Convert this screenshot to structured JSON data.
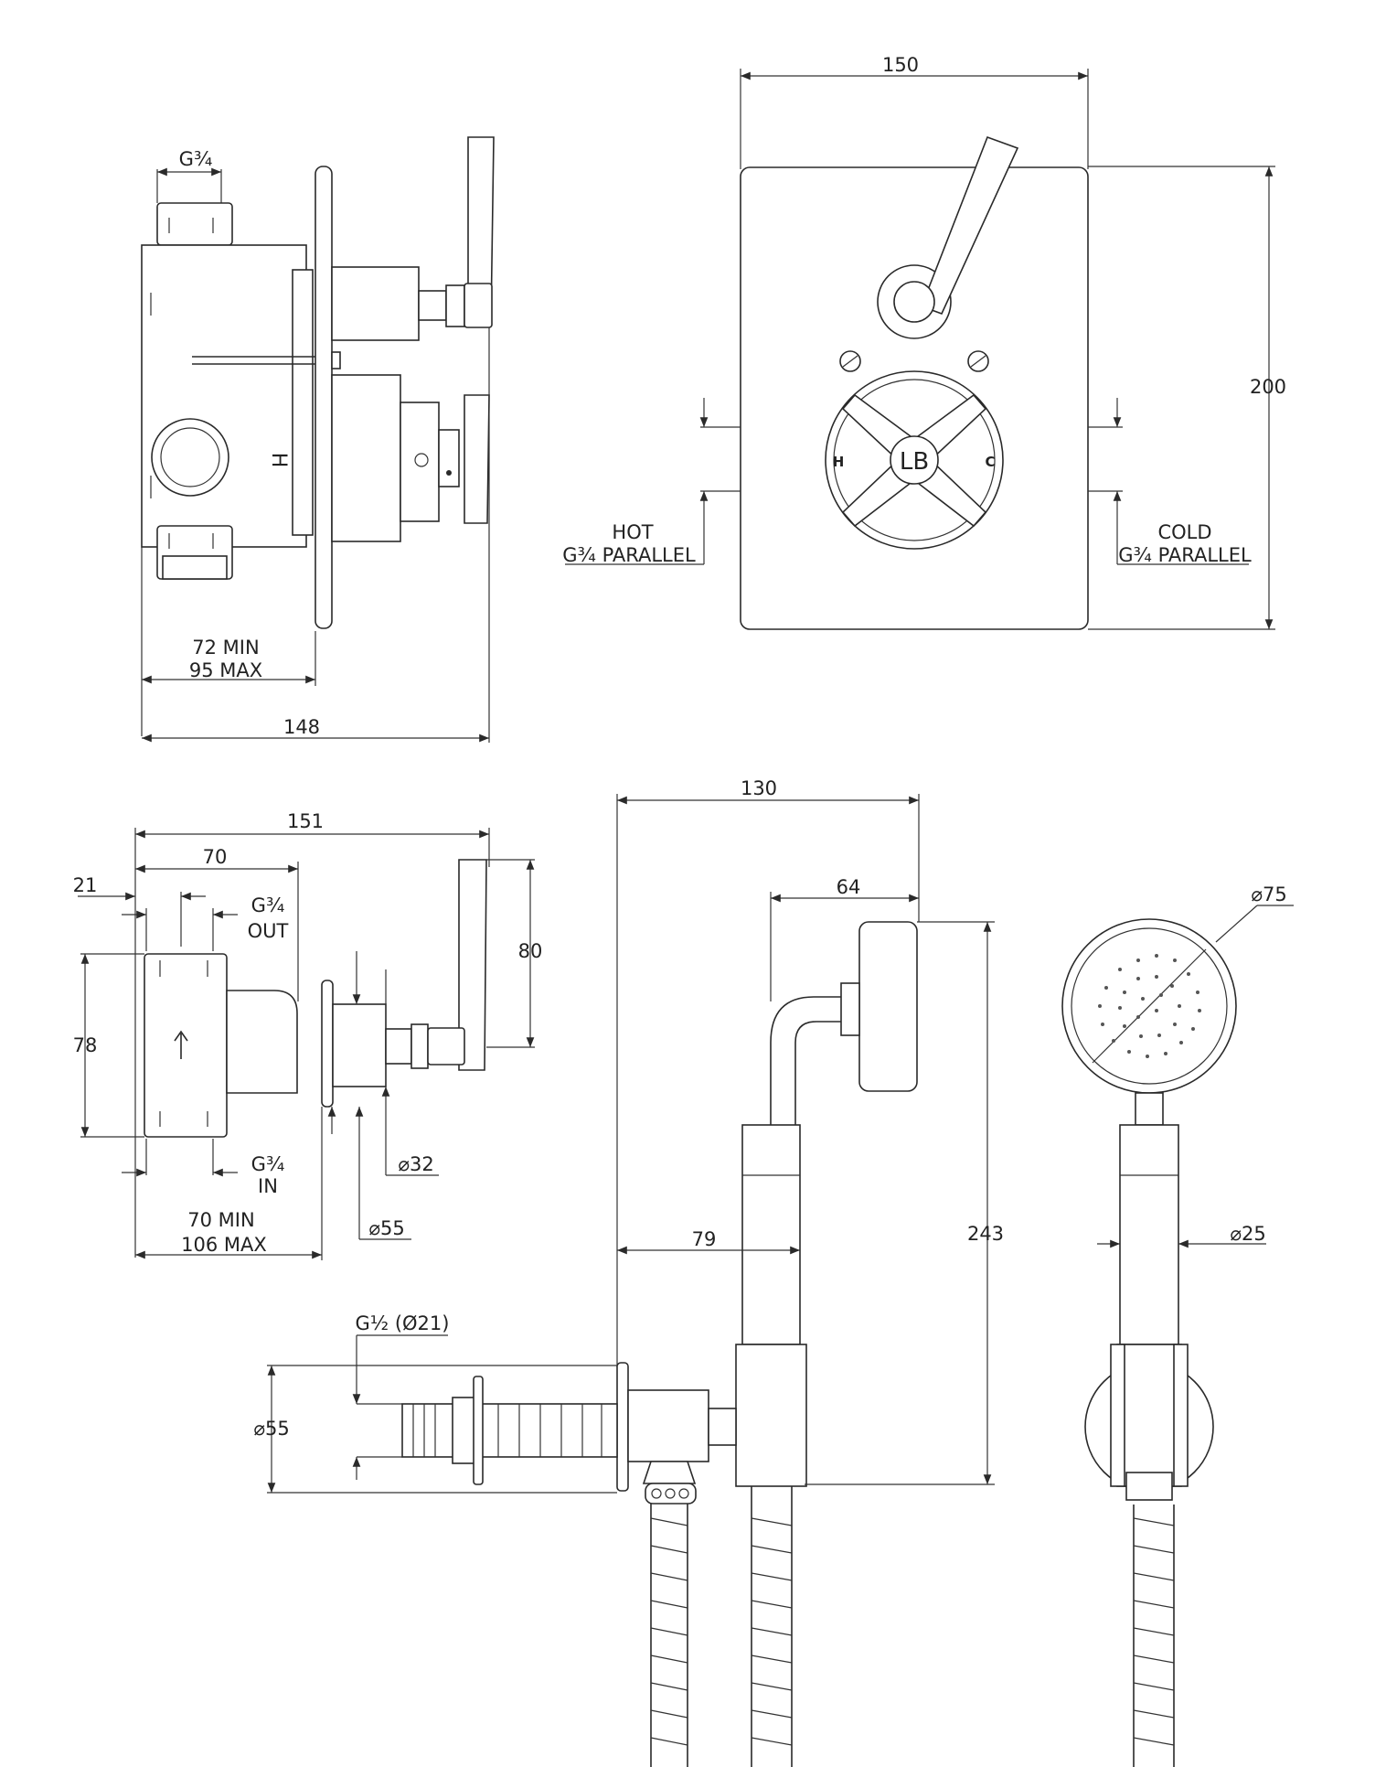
{
  "colors": {
    "line": "#2a2a2a",
    "background": "#ffffff"
  },
  "side_view": {
    "inlet_thread": "G¾",
    "marking_h": "H",
    "depth_min": "72 MIN",
    "depth_max": "95 MAX",
    "overall_depth": "148"
  },
  "front_view": {
    "plate_width": "150",
    "plate_height": "200",
    "hot_label": "HOT",
    "hot_thread": "G¾ PARALLEL",
    "cold_label": "COLD",
    "cold_thread": "G¾ PARALLEL",
    "dial_h": "H",
    "dial_c": "C",
    "logo": "LB"
  },
  "valve_side_view": {
    "overall": "151",
    "body": "70",
    "offset": "21",
    "outlet_thread": "G¾",
    "outlet_label": "OUT",
    "inlet_thread": "G¾",
    "inlet_label": "IN",
    "height": "78",
    "handle_height": "80",
    "spindle_dia": "⌀32",
    "flange_dia": "⌀55",
    "depth_min": "70 MIN",
    "depth_max": "106 MAX"
  },
  "handshower_view": {
    "bracket_reach": "130",
    "elbow_reach": "64",
    "outlet_reach": "79",
    "total_height": "243",
    "connector_thread": "G½ (Ø21)",
    "wall_flange_dia": "⌀55",
    "head_dia": "⌀75",
    "handle_dia": "⌀25"
  }
}
